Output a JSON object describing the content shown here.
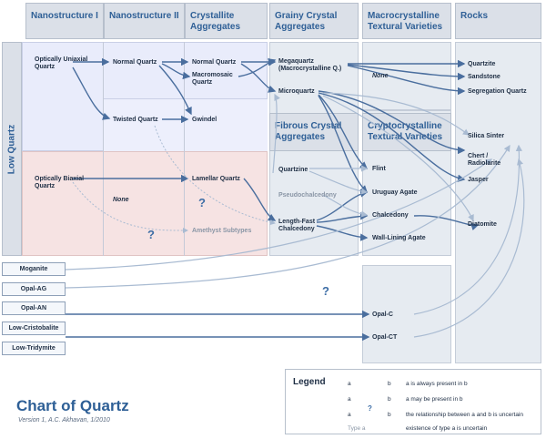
{
  "headers": {
    "nano1": "Nanostructure I",
    "nano2": "Nanostructure II",
    "cryst": "Crystallite Aggregates",
    "grainy": "Grainy Crystal Aggregates",
    "macro": "Macrocrystalline Textural Varieties",
    "rocks": "Rocks",
    "fibrous": "Fibrous Crystal Aggregates",
    "crypto": "Cryptocrystalline Textural Varieties"
  },
  "side_label": "Low Quartz",
  "nodes": {
    "opt_uniaxial": "Optically Uniaxial Quartz",
    "normal_q1": "Normal Quartz",
    "normal_q2": "Normal Quartz",
    "macromosaic": "Macromosaic Quartz",
    "twisted": "Twisted Quartz",
    "gwindel": "Gwindel",
    "opt_biaxial": "Optically Biaxial Quartz",
    "lamellar": "Lamellar Quartz",
    "none1": "None",
    "amethyst": "Amethyst Subtypes",
    "megaquartz": "Megaquartz (Macrocrystalline Q.)",
    "microquartz": "Microquartz",
    "quartzine": "Quartzine",
    "pseudo": "Pseudochalcedony",
    "lengthfast": "Length-Fast Chalcedony",
    "none2": "None",
    "flint": "Flint",
    "uruguay": "Uruguay Agate",
    "chalcedony": "Chalcedony",
    "walllining": "Wall-Lining Agate",
    "quartzite": "Quartzite",
    "sandstone": "Sandstone",
    "segregation": "Segregation Quartz",
    "silica_sinter": "Silica Sinter",
    "chert": "Chert / Radiolarite",
    "jasper": "Jasper",
    "diatomite": "Diatomite",
    "opal_c": "Opal-C",
    "opal_ct": "Opal-CT"
  },
  "side_boxes": [
    "Moganite",
    "Opal-AG",
    "Opal-AN",
    "Low-Cristobalite",
    "Low-Tridymite"
  ],
  "qmark": "?",
  "legend": {
    "title": "Legend",
    "rows": [
      {
        "a": "a",
        "b": "b",
        "text": "a is always present in b"
      },
      {
        "a": "a",
        "b": "b",
        "text": "a may be present in b"
      },
      {
        "a": "a",
        "b": "b",
        "text": "the relationship between a and b is uncertain"
      },
      {
        "a": "Type a",
        "b": "",
        "text": "existence of type a is uncertain"
      }
    ]
  },
  "title": "Chart of Quartz",
  "subtitle": "Version 1, A.C. Akhavan, 1/2010",
  "colors": {
    "header_bg": "#dbe0e8",
    "header_text": "#2e5f96",
    "strong_arrow": "#4a6e9e",
    "weak_arrow": "#a9bbd2",
    "region_blue": "#e9ecfb",
    "region_pink": "#f6e3e3",
    "panel_blue": "#e6ebf1"
  }
}
